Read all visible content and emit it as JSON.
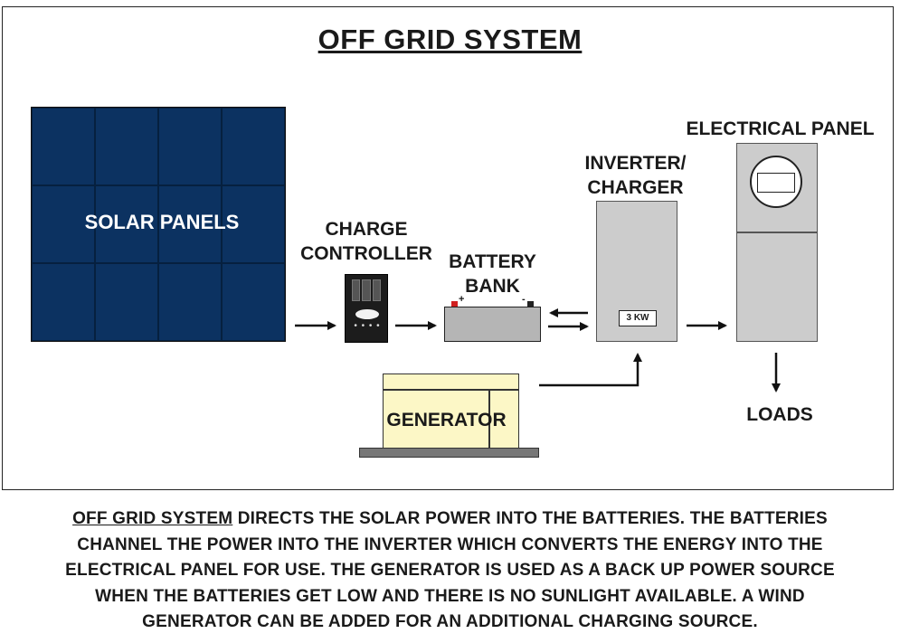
{
  "title": "OFF GRID SYSTEM",
  "components": {
    "solar_panels": "SOLAR PANELS",
    "charge_controller": [
      "CHARGE",
      "CONTROLLER"
    ],
    "battery_bank": [
      "BATTERY",
      "BANK"
    ],
    "battery_pos": "+",
    "battery_neg": "-",
    "inverter_charger": [
      "INVERTER/",
      "CHARGER"
    ],
    "inverter_rating": "3 KW",
    "electrical_panel": "ELECTRICAL PANEL",
    "generator": "GENERATOR",
    "loads": "LOADS"
  },
  "description": {
    "emphasis": "OFF GRID SYSTEM",
    "lines": [
      " DIRECTS THE SOLAR POWER INTO THE BATTERIES. THE BATTERIES",
      "CHANNEL THE POWER INTO THE INVERTER WHICH CONVERTS THE ENERGY INTO THE",
      "ELECTRICAL PANEL FOR USE. THE GENERATOR IS USED AS A BACK UP POWER SOURCE",
      "WHEN THE BATTERIES GET LOW AND THERE IS NO SUNLIGHT AVAILABLE. A WIND",
      "GENERATOR CAN BE ADDED FOR AN ADDITIONAL CHARGING SOURCE."
    ]
  },
  "colors": {
    "solar_panel": "#0c3261",
    "battery": "#b5b5b5",
    "inverter": "#cccccc",
    "generator": "#fcf7c6",
    "battery_positive_terminal": "#d01f1f"
  }
}
